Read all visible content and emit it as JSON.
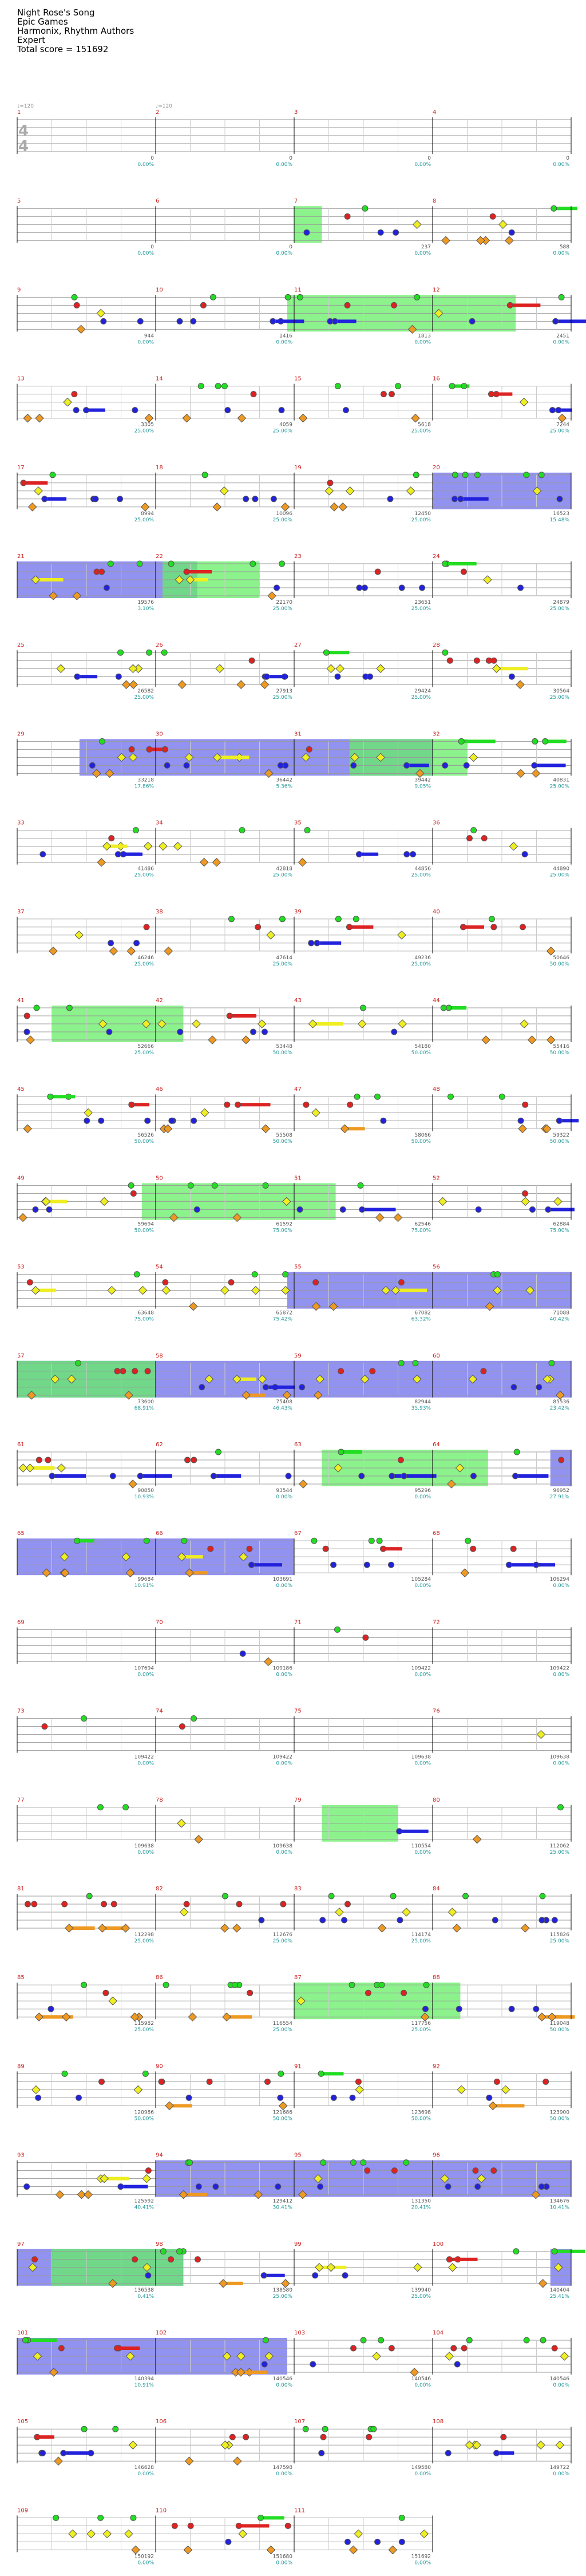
{
  "header": {
    "title": "Night Rose's Song",
    "artist": "Epic Games",
    "charters": "Harmonix, Rhythm Authors",
    "difficulty": "Expert",
    "total_score": "Total score = 151692"
  },
  "time_signature": {
    "top": "4",
    "bottom": "4"
  },
  "tempo_marker": "♩=120",
  "colors": {
    "green": "#22dd22",
    "red": "#dd2222",
    "yellow": "#eeee22",
    "blue": "#2222dd",
    "orange": "#ee9922",
    "overdrive": "#66ee66",
    "solo": "#7777ee",
    "staff_line": "#999999",
    "measure_number": "#cc2222",
    "score_text": "#555555",
    "percent_text": "#229999"
  },
  "rows": [
    {
      "measures": [
        1,
        2,
        3,
        4
      ],
      "scores": [
        "0",
        "0",
        "0",
        "0"
      ],
      "percents": [
        "0.00%",
        "0.00%",
        "0.00%",
        "0.00%"
      ]
    },
    {
      "measures": [
        5,
        6,
        7,
        8
      ],
      "scores": [
        "0",
        "0",
        "237",
        "588"
      ],
      "percents": [
        "0.00%",
        "0.00%",
        "0.00%",
        "0.00%"
      ]
    },
    {
      "measures": [
        9,
        10,
        11,
        12
      ],
      "scores": [
        "944",
        "1416",
        "1813",
        "2451"
      ],
      "percents": [
        "0.00%",
        "0.00%",
        "0.00%",
        "0.00%"
      ]
    },
    {
      "measures": [
        13,
        14,
        15,
        16
      ],
      "scores": [
        "3305",
        "4059",
        "5618",
        "7244"
      ],
      "percents": [
        "25.00%",
        "25.00%",
        "25.00%",
        "25.00%"
      ]
    },
    {
      "measures": [
        17,
        18,
        19,
        20
      ],
      "scores": [
        "8994",
        "10096",
        "12450",
        "16523"
      ],
      "percents": [
        "25.00%",
        "25.00%",
        "25.00%",
        "15.48%"
      ]
    },
    {
      "measures": [
        21,
        22,
        23,
        24
      ],
      "scores": [
        "19576",
        "22170",
        "23651",
        "24879"
      ],
      "percents": [
        "3.10%",
        "25.00%",
        "25.00%",
        "25.00%"
      ]
    },
    {
      "measures": [
        25,
        26,
        27,
        28
      ],
      "scores": [
        "26582",
        "27913",
        "29424",
        "30564"
      ],
      "percents": [
        "25.00%",
        "25.00%",
        "25.00%",
        "25.00%"
      ]
    },
    {
      "measures": [
        29,
        30,
        31,
        32
      ],
      "scores": [
        "33218",
        "36442",
        "39442",
        "40831"
      ],
      "percents": [
        "17.86%",
        "5.36%",
        "9.05%",
        "25.00%"
      ]
    },
    {
      "measures": [
        33,
        34,
        35,
        36
      ],
      "scores": [
        "41486",
        "42818",
        "44856",
        "44890"
      ],
      "percents": [
        "25.00%",
        "25.00%",
        "25.00%",
        "25.00%"
      ]
    },
    {
      "measures": [
        37,
        38,
        39,
        40
      ],
      "scores": [
        "46246",
        "47614",
        "49236",
        "50646"
      ],
      "percents": [
        "25.00%",
        "25.00%",
        "25.00%",
        "50.00%"
      ]
    },
    {
      "measures": [
        41,
        42,
        43,
        44
      ],
      "scores": [
        "52666",
        "53448",
        "54180",
        "55416"
      ],
      "percents": [
        "25.00%",
        "50.00%",
        "50.00%",
        "50.00%"
      ]
    },
    {
      "measures": [
        45,
        46,
        47,
        48
      ],
      "scores": [
        "56526",
        "55508",
        "58066",
        "59322"
      ],
      "percents": [
        "50.00%",
        "50.00%",
        "50.00%",
        "50.00%"
      ]
    },
    {
      "measures": [
        49,
        50,
        51,
        52
      ],
      "scores": [
        "59694",
        "61592",
        "62546",
        "62884"
      ],
      "percents": [
        "50.00%",
        "75.00%",
        "75.00%",
        "75.00%"
      ]
    },
    {
      "measures": [
        53,
        54,
        55,
        56
      ],
      "scores": [
        "63648",
        "65872",
        "67082",
        "71088"
      ],
      "percents": [
        "75.00%",
        "75.42%",
        "63.32%",
        "40.42%"
      ]
    },
    {
      "measures": [
        57,
        58,
        59,
        60
      ],
      "scores": [
        "73600",
        "75408",
        "82944",
        "85536"
      ],
      "percents": [
        "68.91%",
        "46.43%",
        "35.93%",
        "23.42%"
      ]
    },
    {
      "measures": [
        61,
        62,
        63,
        64
      ],
      "scores": [
        "90850",
        "93544",
        "95296",
        "96952"
      ],
      "percents": [
        "10.93%",
        "0.00%",
        "0.00%",
        "27.91%"
      ]
    },
    {
      "measures": [
        65,
        66,
        67,
        68
      ],
      "scores": [
        "99684",
        "103691",
        "105284",
        "106294"
      ],
      "percents": [
        "10.91%",
        "0.00%",
        "0.00%",
        "0.00%"
      ]
    },
    {
      "measures": [
        69,
        70,
        71,
        72
      ],
      "scores": [
        "107694",
        "109186",
        "109422",
        "109422"
      ],
      "percents": [
        "0.00%",
        "0.00%",
        "0.00%",
        "0.00%"
      ]
    },
    {
      "measures": [
        73,
        74,
        75,
        76
      ],
      "scores": [
        "109422",
        "109422",
        "109638",
        "109638"
      ],
      "percents": [
        "0.00%",
        "0.00%",
        "0.00%",
        "0.00%"
      ]
    },
    {
      "measures": [
        77,
        78,
        79,
        80
      ],
      "scores": [
        "109638",
        "109638",
        "110554",
        "112062"
      ],
      "percents": [
        "0.00%",
        "0.00%",
        "0.00%",
        "25.00%"
      ]
    },
    {
      "measures": [
        81,
        82,
        83,
        84
      ],
      "scores": [
        "112298",
        "112676",
        "114174",
        "115826"
      ],
      "percents": [
        "25.00%",
        "25.00%",
        "25.00%",
        "25.00%"
      ]
    },
    {
      "measures": [
        85,
        86,
        87,
        88
      ],
      "scores": [
        "115982",
        "116554",
        "117756",
        "119048"
      ],
      "percents": [
        "25.00%",
        "25.00%",
        "25.00%",
        "50.00%"
      ]
    },
    {
      "measures": [
        89,
        90,
        91,
        92
      ],
      "scores": [
        "120986",
        "121686",
        "123698",
        "123900"
      ],
      "percents": [
        "50.00%",
        "50.00%",
        "50.00%",
        "50.00%"
      ]
    },
    {
      "measures": [
        93,
        94,
        95,
        96
      ],
      "scores": [
        "125592",
        "129412",
        "131350",
        "134676"
      ],
      "percents": [
        "40.41%",
        "30.41%",
        "20.41%",
        "10.41%"
      ]
    },
    {
      "measures": [
        97,
        98,
        99,
        100
      ],
      "scores": [
        "136538",
        "138580",
        "139940",
        "140404"
      ],
      "percents": [
        "0.41%",
        "25.00%",
        "25.00%",
        "25.41%"
      ]
    },
    {
      "measures": [
        101,
        102,
        103,
        104
      ],
      "scores": [
        "140394",
        "140546",
        "140546",
        "140546"
      ],
      "percents": [
        "10.91%",
        "0.00%",
        "0.00%",
        "0.00%"
      ]
    },
    {
      "measures": [
        105,
        106,
        107,
        108
      ],
      "scores": [
        "146628",
        "147598",
        "149580",
        "149722"
      ],
      "percents": [
        "0.00%",
        "0.00%",
        "0.00%",
        "0.00%"
      ]
    },
    {
      "measures": [
        109,
        110,
        111
      ],
      "scores": [
        "150192",
        "151680",
        "151692"
      ],
      "percents": [
        "0.00%",
        "0.00%",
        "0.00%"
      ]
    }
  ]
}
